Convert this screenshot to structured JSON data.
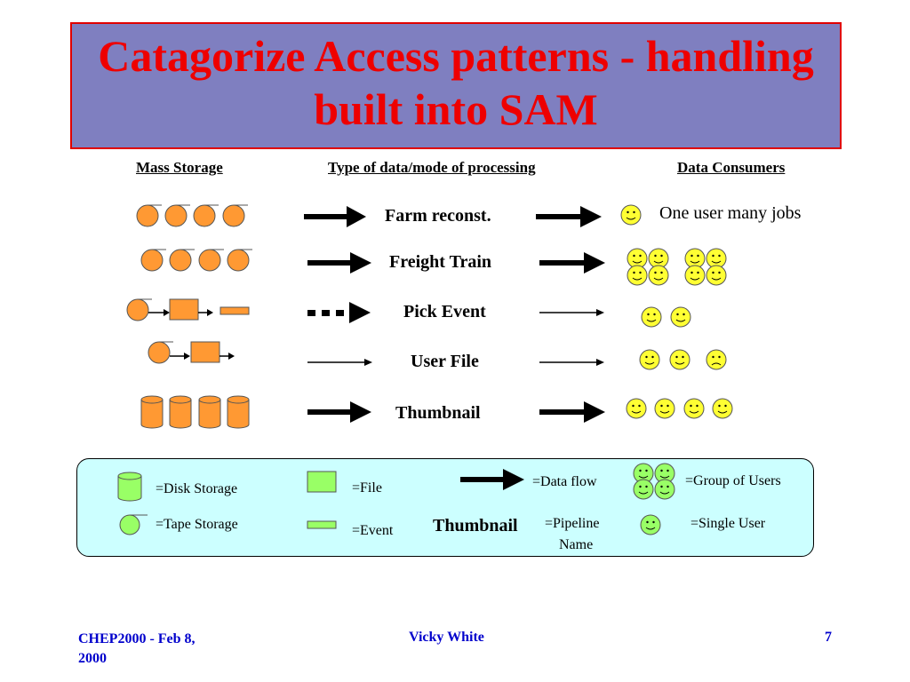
{
  "title": "Catagorize Access patterns - handling built into SAM",
  "headers": {
    "mass_storage": "Mass Storage",
    "type_of_data": "Type of data/mode of  processing",
    "data_consumers": "Data Consumers"
  },
  "rows": [
    {
      "label": "Farm reconst.",
      "note": "One user many jobs"
    },
    {
      "label": "Freight Train"
    },
    {
      "label": "Pick Event"
    },
    {
      "label": "User File"
    },
    {
      "label": "Thumbnail"
    }
  ],
  "legend": {
    "disk_storage": "=Disk Storage",
    "tape_storage": "=Tape Storage",
    "file": "=File",
    "event": "=Event",
    "data_flow": "=Data flow",
    "pipeline_example": "Thumbnail",
    "pipeline_name": "=Pipeline",
    "pipeline_name_2": "Name",
    "group_of_users": "=Group of Users",
    "single_user": "=Single User"
  },
  "footer": {
    "left_line1": "CHEP2000 - Feb 8,",
    "left_line2": "2000",
    "center": "Vicky White",
    "page": "7"
  },
  "colors": {
    "orange": "#ff9933",
    "green": "#99ff66",
    "smiley": "#ffff33",
    "title_bg": "#7f7fc0",
    "title_text": "#ee0000",
    "legend_bg": "#ccffff",
    "footer_text": "#0000cc"
  }
}
